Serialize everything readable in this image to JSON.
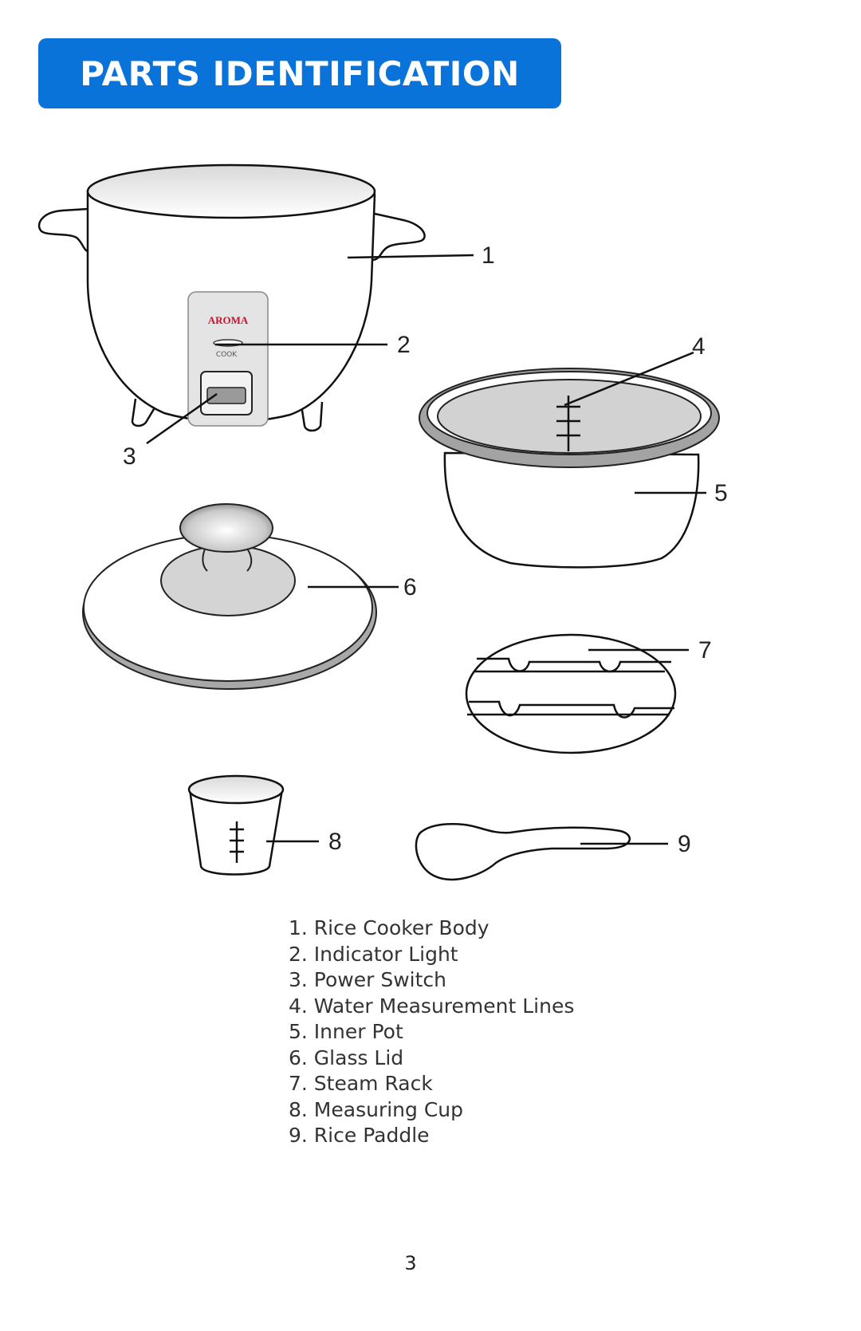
{
  "header": {
    "title": "PARTS IDENTIFICATION"
  },
  "diagram": {
    "brand_logo": "AROMA",
    "cook_label": "COOK",
    "callouts": [
      "1",
      "2",
      "3",
      "4",
      "5",
      "6",
      "7",
      "8",
      "9"
    ]
  },
  "parts": [
    {
      "label": "1. Rice Cooker Body"
    },
    {
      "label": "2. Indicator Light"
    },
    {
      "label": "3. Power Switch"
    },
    {
      "label": "4. Water Measurement Lines"
    },
    {
      "label": "5. Inner Pot"
    },
    {
      "label": "6. Glass Lid"
    },
    {
      "label": "7. Steam Rack"
    },
    {
      "label": "8. Measuring Cup"
    },
    {
      "label": "9. Rice Paddle"
    }
  ],
  "footer": {
    "page_number": "3"
  },
  "colors": {
    "banner": "#0a73d9",
    "logo": "#c8102e"
  }
}
